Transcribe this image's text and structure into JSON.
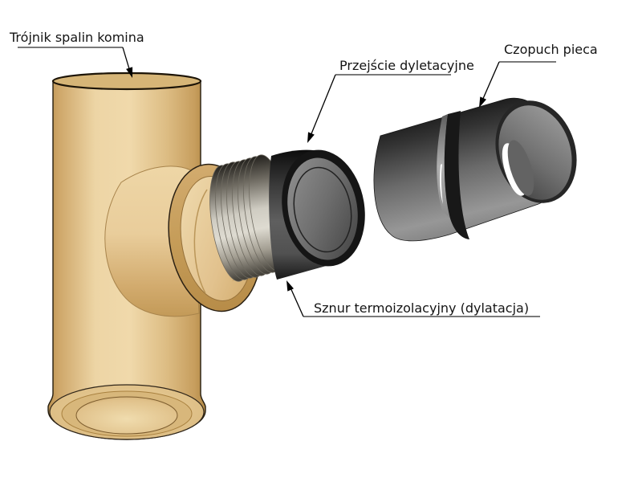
{
  "labels": {
    "trojnik": "Trójnik spalin komina",
    "przejscie": "Przejście dyletacyjne",
    "czopuch": "Czopuch pieca",
    "sznur": "Sznur termoizolacyjny (dylatacja)"
  },
  "colors": {
    "background": "#ffffff",
    "tee_ceramic_light": "#eed6a6",
    "tee_ceramic_dark": "#c49b59",
    "insulation_cord": "#d6d3ca",
    "adapter_dark": "#3c3c3c",
    "flue_pipe_gray": "#6e6e6e",
    "label_text": "#141414",
    "leader_line": "#000000",
    "underline_gray": "#7a7a7a"
  }
}
